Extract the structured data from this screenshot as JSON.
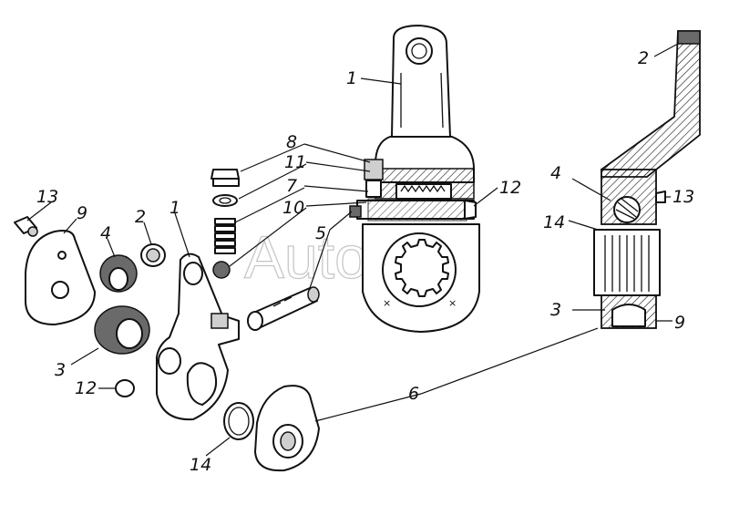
{
  "watermark": "AutoSoft",
  "callouts": {
    "c1a": "1",
    "c2a": "2",
    "c8": "8",
    "c11": "11",
    "c7": "7",
    "c10": "10",
    "c5": "5",
    "c12a": "12",
    "c4a": "4",
    "c13a": "13",
    "c14a": "14",
    "c3a": "3",
    "c9a": "9",
    "c13b": "13",
    "c9b": "9",
    "c4b": "4",
    "c2b": "2",
    "c1b": "1",
    "c3b": "3",
    "c12b": "12",
    "c14b": "14",
    "c6": "6"
  }
}
